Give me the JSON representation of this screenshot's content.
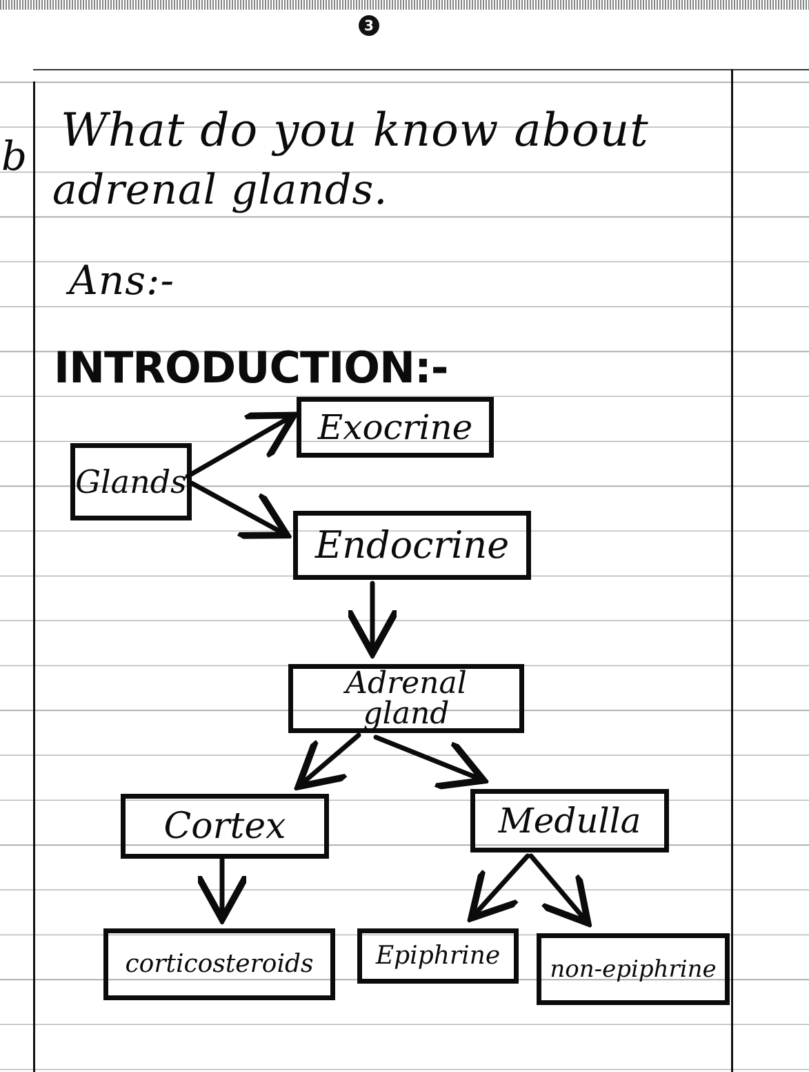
{
  "page_number": "3",
  "question": {
    "number": "b",
    "line1": "What do you know about",
    "line2": "adrenal glands."
  },
  "answer_label": "Ans:-",
  "section_heading": "INTRODUCTION:-",
  "diagram": {
    "nodes": {
      "glands": "Glands",
      "exocrine": "Exocrine",
      "endocrine": "Endocrine",
      "adrenal": "Adrenal gland",
      "cortex": "Cortex",
      "medulla": "Medulla",
      "corticosteroids": "corticosteroids",
      "epinephrine": "Epiphrine",
      "norepinephrine": "non-epiphrine"
    }
  }
}
